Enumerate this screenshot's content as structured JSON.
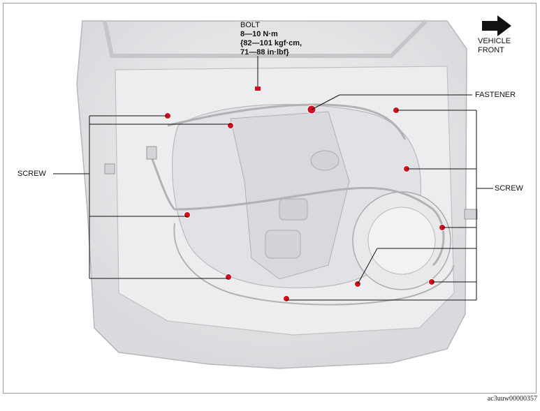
{
  "labels": {
    "bolt_title": "BOLT",
    "bolt_torque_1": "8—10 N·m",
    "bolt_torque_2": "{82—101 kgf·cm,",
    "bolt_torque_3": "71—88 in·lbf}",
    "fastener": "FASTENER",
    "screw_left": "SCREW",
    "screw_right": "SCREW",
    "vehicle_front_1": "VEHICLE",
    "vehicle_front_2": "FRONT"
  },
  "figure_code": "ac3uuw00000357",
  "colors": {
    "marker_red": "#d0101e",
    "door_fill": "#e6e7e9",
    "door_stroke": "#b5b7ba",
    "leader_line": "#111111"
  }
}
